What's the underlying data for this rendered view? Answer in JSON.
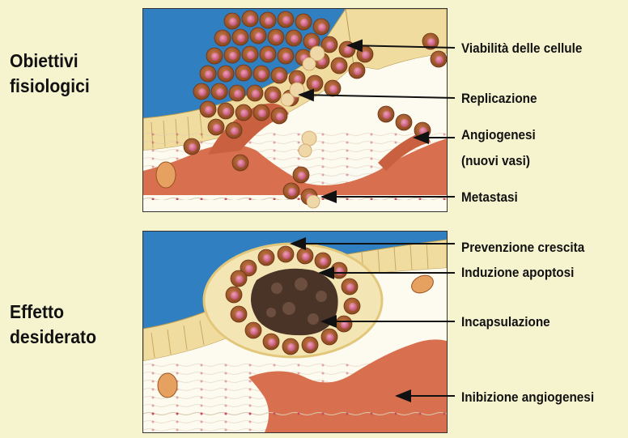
{
  "sections": {
    "top_title": [
      "Obiettivi",
      "fisiologici"
    ],
    "bottom_title": [
      "Effetto",
      "desiderato"
    ]
  },
  "labels": {
    "viability": "Viabilità delle cellule",
    "replication": "Replicazione",
    "angiogenesis": "Angiogenesi",
    "angiogenesis_sub": "(nuovi vasi)",
    "metastasis": "Metastasi",
    "growth_prevention": "Prevenzione crescita",
    "apoptosis": "Induzione apoptosi",
    "encapsulation": "Incapsulazione",
    "angio_inhibition": "Inibizione angiogenesi"
  },
  "colors": {
    "tissue_blue": "#2f7fc1",
    "cell_brown": "#a85a2a",
    "cell_nucleus": "#d86b8a",
    "vessel": "#d8704f",
    "necrotic": "#4a3428",
    "capsule": "#f4e6b4"
  }
}
